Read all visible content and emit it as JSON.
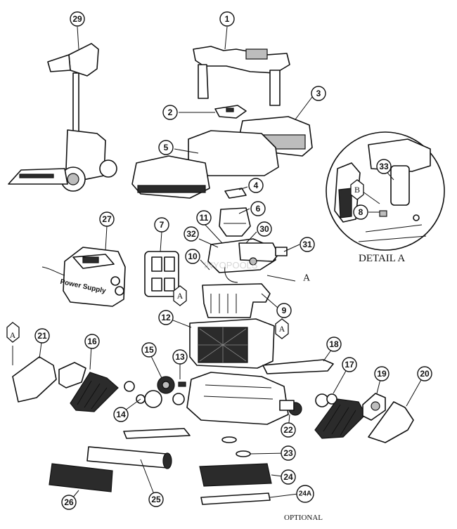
{
  "callouts": [
    "1",
    "2",
    "3",
    "4",
    "5",
    "6",
    "7",
    "8",
    "9",
    "10",
    "11",
    "12",
    "13",
    "14",
    "15",
    "16",
    "17",
    "18",
    "19",
    "20",
    "21",
    "22",
    "23",
    "24",
    "24A",
    "25",
    "26",
    "27",
    "29",
    "30",
    "31",
    "32",
    "33"
  ],
  "reference_marks": [
    "A",
    "A",
    "A",
    "A",
    "B"
  ],
  "detail_label": "DETAIL A",
  "optional_label": "OPTIONAL",
  "power_supply_text": "Power Supply",
  "watermark": "INYOPOOLS"
}
